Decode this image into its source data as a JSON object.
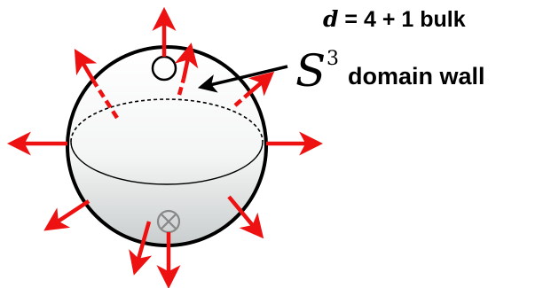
{
  "labels": {
    "bulk": "d = 4 + 1 bulk",
    "bulk_parts": {
      "var": "d",
      "eq": " = 4 + 1 ",
      "word": "bulk"
    },
    "wall_symbol": "S",
    "wall_exponent": "3",
    "wall_text": "domain wall"
  },
  "colors": {
    "arrow": "#ee1111",
    "outline": "#000000",
    "shade_light": "#ffffff",
    "shade_dark": "#c9cdcd",
    "marker_bottom": "#888888"
  },
  "icons": [
    "outward-arrow",
    "circle-marker",
    "crossed-circle-marker",
    "pointer-arrow"
  ]
}
